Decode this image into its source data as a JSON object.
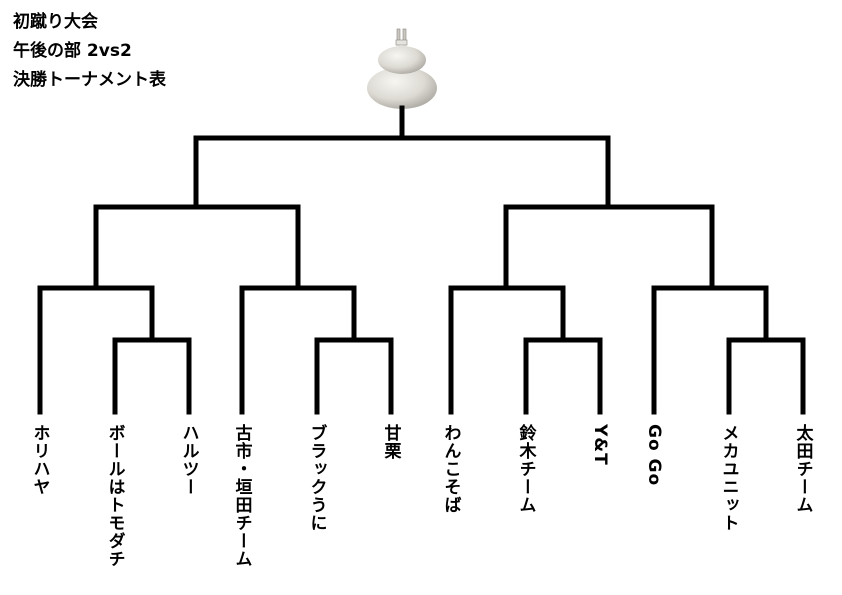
{
  "title": {
    "lines": [
      "初蹴り大会",
      "午後の部 2vs2",
      "決勝トーナメント表"
    ]
  },
  "trophy": {
    "icon": "kagami-mochi-trophy-icon"
  },
  "teams": [
    "ホリハヤ",
    "ボールはトモダチ",
    "ハルツー",
    "古市・垣田チーム",
    "ブラックうに",
    "甘栗",
    "わんこそば",
    "鈴木チーム",
    "Y&T",
    "Go Go",
    "メカユニット",
    "太田チーム"
  ],
  "colors": {
    "line": "#000000",
    "background": "#ffffff",
    "mochi": "#dcdad3"
  }
}
